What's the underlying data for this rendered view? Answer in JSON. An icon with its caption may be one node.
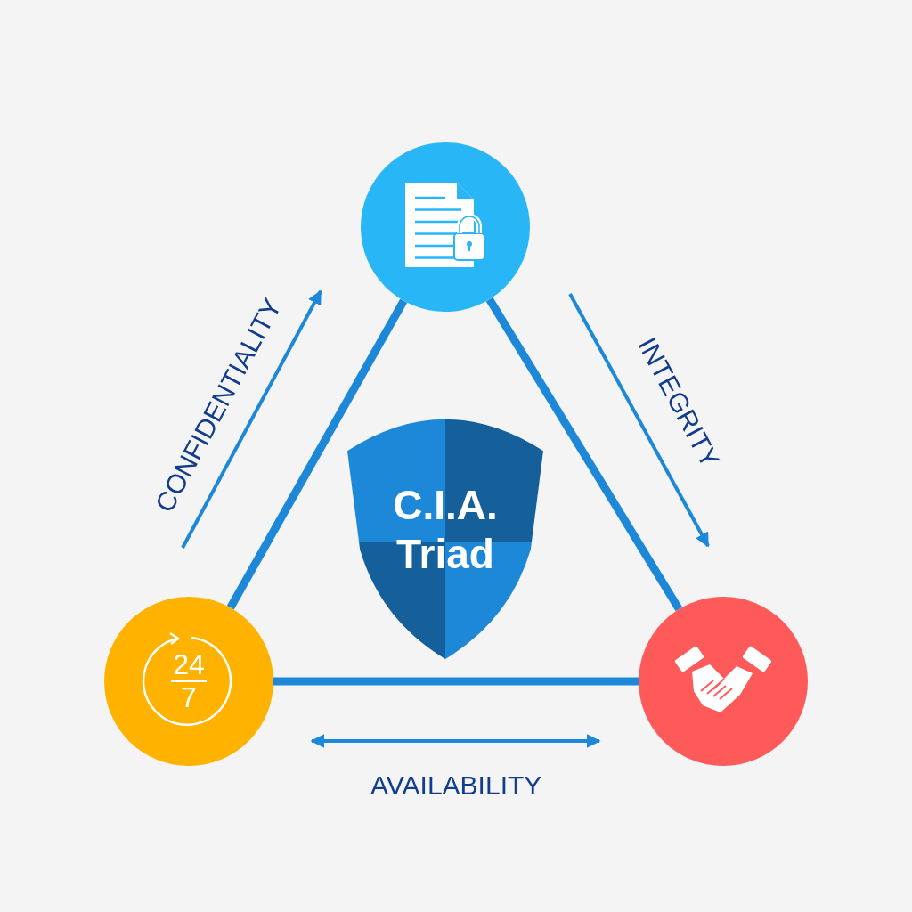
{
  "diagram": {
    "nodes": [
      {
        "text": [],
        "shape": "circle"
      },
      {
        "text": [
          "C.I.A. Triad"
        ]
      },
      {
        "text": [
          "24",
          "7"
        ]
      },
      {
        "text": [],
        "shape": "circle"
      }
    ],
    "edges": [
      {
        "from": 0,
        "to": 2,
        "arrow": "none"
      },
      {
        "from": 0,
        "to": 3,
        "arrow": "none"
      },
      {
        "from": 2,
        "to": 3,
        "arrow": "none"
      }
    ],
    "labels": [
      "CONFIDENTIALITY",
      "INTEGRITY",
      "AVAILABILITY"
    ]
  }
}
